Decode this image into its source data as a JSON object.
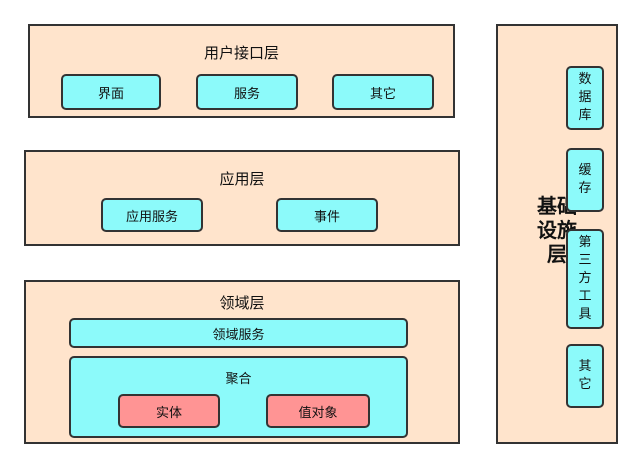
{
  "user_interface_layer": {
    "title": "用户接口层",
    "items": [
      "界面",
      "服务",
      "其它"
    ]
  },
  "application_layer": {
    "title": "应用层",
    "items": [
      "应用服务",
      "事件"
    ]
  },
  "domain_layer": {
    "title": "领域层",
    "domain_service": "领域服务",
    "aggregate": {
      "title": "聚合",
      "items": [
        "实体",
        "值对象"
      ]
    }
  },
  "infrastructure_layer": {
    "title_lines": [
      "基础",
      "设施",
      "层"
    ],
    "items": [
      [
        "数",
        "据",
        "库"
      ],
      [
        "缓",
        "存"
      ],
      [
        "第",
        "三",
        "方",
        "工",
        "具"
      ],
      [
        "其",
        "它"
      ]
    ]
  },
  "colors": {
    "layer_fill": "#ffe4cc",
    "box_fill": "#8cfafa",
    "entity_fill": "#ff9494",
    "border": "#333333"
  }
}
